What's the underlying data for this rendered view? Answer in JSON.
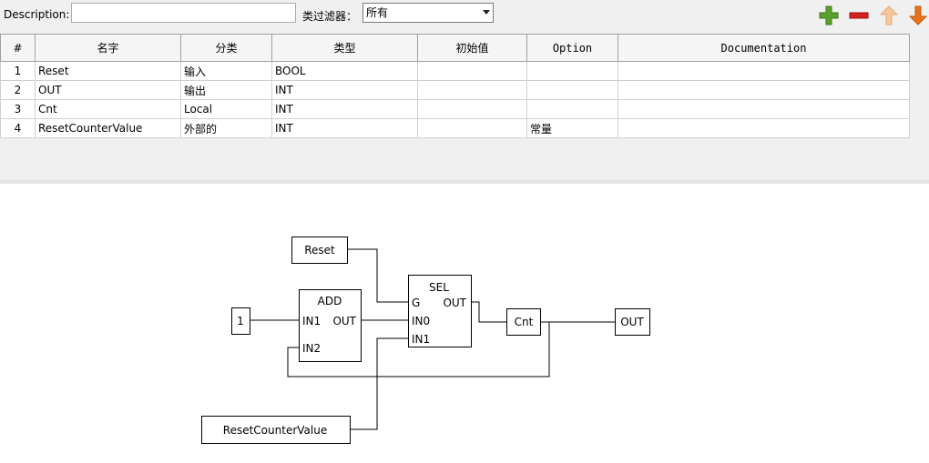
{
  "toolbar": {
    "description_label": "Description:",
    "description_value": "",
    "filter_label": "类过滤器：",
    "filter_selected": "所有",
    "add_icon": "plus-icon",
    "remove_icon": "minus-icon",
    "up_icon": "arrow-up-icon",
    "down_icon": "arrow-down-icon",
    "colors": {
      "add": "#5aa02c",
      "remove": "#d42020",
      "up": "#f5c79a",
      "down": "#e8721c"
    }
  },
  "table": {
    "columns": [
      "#",
      "名字",
      "分类",
      "类型",
      "初始值",
      "Option",
      "Documentation"
    ],
    "rows": [
      [
        "1",
        "Reset",
        "输入",
        "BOOL",
        "",
        "",
        ""
      ],
      [
        "2",
        "OUT",
        "输出",
        "INT",
        "",
        "",
        ""
      ],
      [
        "3",
        "Cnt",
        "Local",
        "INT",
        "",
        "",
        ""
      ],
      [
        "4",
        "ResetCounterValue",
        "外部的",
        "INT",
        "",
        "常量",
        ""
      ]
    ]
  },
  "diagram": {
    "reset_var": "Reset",
    "const_one": "1",
    "add_block": {
      "title": "ADD",
      "in1": "IN1",
      "in2": "IN2",
      "out": "OUT"
    },
    "sel_block": {
      "title": "SEL",
      "g": "G",
      "in0": "IN0",
      "in1": "IN1",
      "out": "OUT"
    },
    "cnt_var": "Cnt",
    "out_var": "OUT",
    "reset_counter_var": "ResetCounterValue"
  }
}
